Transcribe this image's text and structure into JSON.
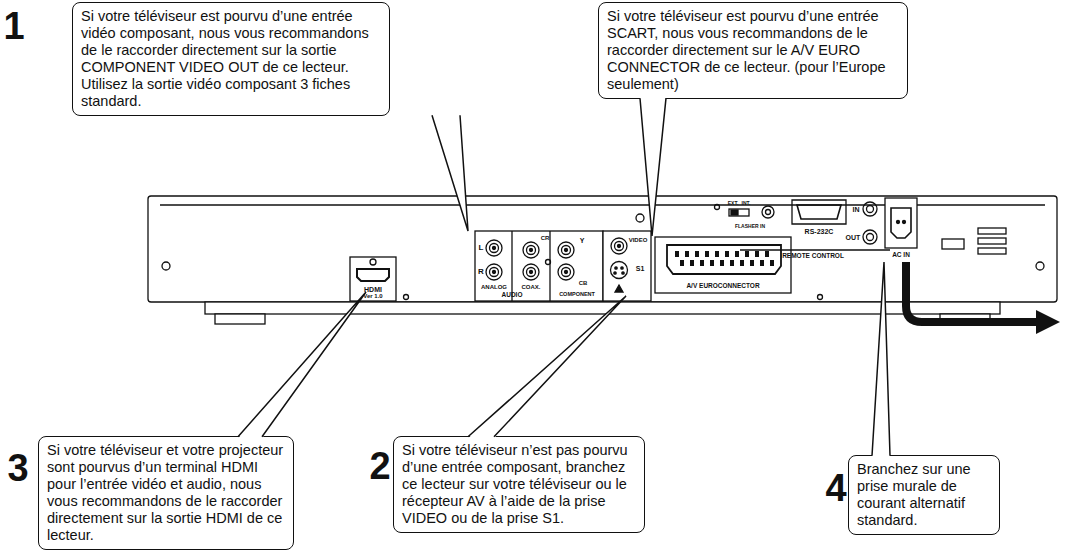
{
  "diagram": {
    "nodes": [
      {
        "text": [
          "Si votre téléviseur est pourvu d’une entrée vidéo composant, nous vous recommandons de le raccorder directement sur la sortie COMPONENT VIDEO OUT de ce lecteur. Utilisez la sortie vidéo composant 3 fiches standard."
        ]
      },
      {
        "text": [
          "Si votre téléviseur est pourvu d’une entrée SCART, nous vous recommandons de le raccorder directement sur le A/V EURO CONNECTOR de ce lecteur. (pour l’Europe seulement)"
        ]
      },
      {
        "text": [
          "Si votre téléviseur et votre projecteur sont pourvus d’un terminal HDMI pour l’entrée vidéo et audio, nous vous recommandons de le raccorder directement sur la sortie HDMI de ce lecteur."
        ]
      },
      {
        "text": [
          "Si votre téléviseur n’est pas pourvu d’une entrée composant, branchez ce lecteur sur votre téléviseur ou le récepteur AV à l’aide de la prise VIDEO ou de la prise S1."
        ]
      },
      {
        "text": [
          "Branchez sur une prise murale de courant alternatif standard."
        ]
      }
    ],
    "labels": [
      "1",
      "2",
      "3",
      "4",
      "HDMI",
      "Ver 1.0",
      "L",
      "R",
      "ANALOG",
      "COAX.",
      "AUDIO",
      "CR",
      "Y",
      "CB",
      "COMPONENT",
      "VIDEO",
      "S1",
      "A/V EUROCONNECTOR",
      "EXT.",
      "INT.",
      "FLASHER IN",
      "RS-232C",
      "IN",
      "OUT",
      "REMOTE CONTROL",
      "AC IN"
    ]
  }
}
